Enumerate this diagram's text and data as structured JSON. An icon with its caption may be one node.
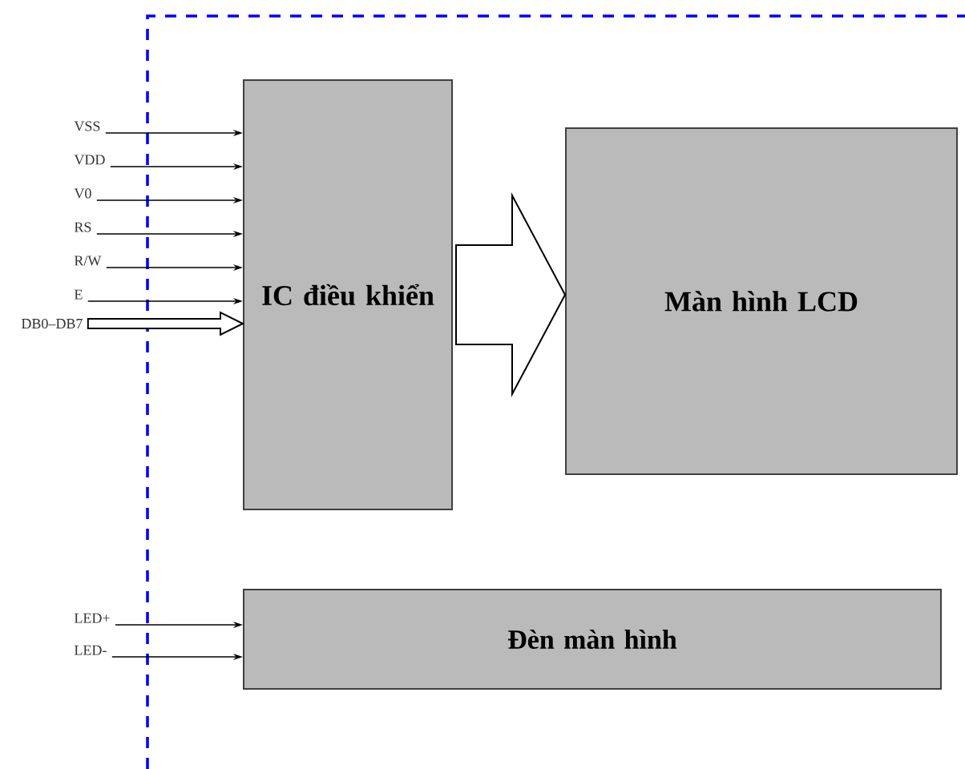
{
  "diagram": {
    "nodes": [
      {
        "text": [
          "IC điều khiển"
        ]
      },
      {
        "text": [
          "Màn hình LCD"
        ]
      },
      {
        "text": [
          "Đèn màn hình"
        ]
      },
      {
        "text": [
          "VSS"
        ]
      },
      {
        "text": [
          "VDD"
        ]
      },
      {
        "text": [
          "V0"
        ]
      },
      {
        "text": [
          "RS"
        ]
      },
      {
        "text": [
          "R/W"
        ]
      },
      {
        "text": [
          "E"
        ]
      },
      {
        "text": [
          "DB0–DB7"
        ]
      },
      {
        "text": [
          "LED+"
        ]
      },
      {
        "text": [
          "LED-"
        ]
      }
    ],
    "edges": [
      {
        "from": 3,
        "to": 0,
        "arrow": "to"
      },
      {
        "from": 4,
        "to": 0,
        "arrow": "to"
      },
      {
        "from": 5,
        "to": 0,
        "arrow": "to"
      },
      {
        "from": 6,
        "to": 0,
        "arrow": "to"
      },
      {
        "from": 7,
        "to": 0,
        "arrow": "to"
      },
      {
        "from": 8,
        "to": 0,
        "arrow": "to"
      },
      {
        "from": 9,
        "to": 0,
        "arrow": "to",
        "style": "thick"
      },
      {
        "from": 0,
        "to": 1,
        "arrow": "to",
        "style": "thick"
      },
      {
        "from": 10,
        "to": 2,
        "arrow": "to"
      },
      {
        "from": 11,
        "to": 2,
        "arrow": "to"
      }
    ]
  }
}
